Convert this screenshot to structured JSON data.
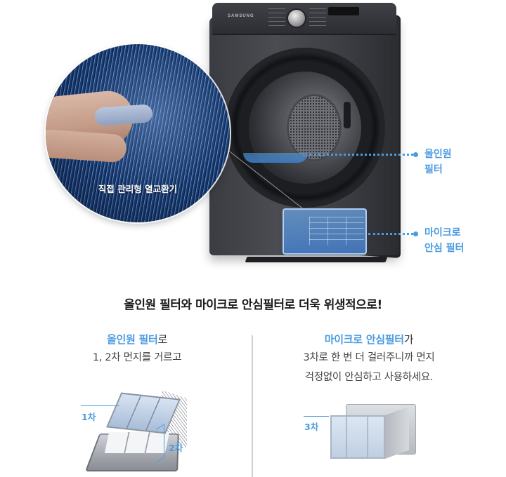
{
  "hero": {
    "brand": "SAMSUNG",
    "magnify_caption": "직접 관리형 열교환기",
    "callouts": [
      {
        "id": "allinone",
        "line1": "올인원",
        "line2": "필터"
      },
      {
        "id": "micro",
        "line1": "마이크로",
        "line2": "안심 필터"
      }
    ]
  },
  "headline": "올인원 필터와 마이크로 안심필터로 더욱 위생적으로!",
  "left_column": {
    "title_accent": "올인원 필터",
    "title_suffix": "로",
    "body_lines": [
      "1, 2차 먼지를 거르고"
    ],
    "labels": {
      "stage1": "1차",
      "stage2": "2차"
    }
  },
  "right_column": {
    "title_accent": "마이크로 안심필터",
    "title_suffix": "가",
    "body_lines": [
      "3차로 한 번 더 걸러주니까 먼지",
      "걱정없이 안심하고 사용하세요."
    ],
    "labels": {
      "stage3": "3차"
    }
  },
  "colors": {
    "accent": "#4a9be0",
    "headline": "#1a1a1a",
    "body": "#444444",
    "divider": "#cfcfcf",
    "dryer": "#3a3c42"
  }
}
